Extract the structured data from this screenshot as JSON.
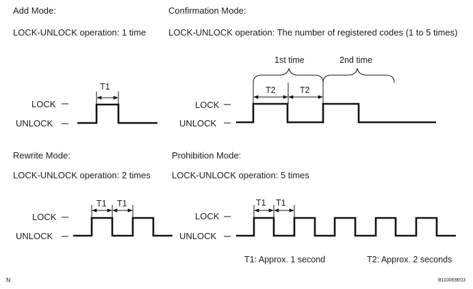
{
  "sections": {
    "add": {
      "title": "Add Mode:",
      "operation": "LOCK-UNLOCK operation: 1 time"
    },
    "confirmation": {
      "title": "Confirmation Mode:",
      "operation": "LOCK-UNLOCK operation: The number of registered codes (1 to 5 times)"
    },
    "rewrite": {
      "title": "Rewrite Mode:",
      "operation": "LOCK-UNLOCK operation: 2 times"
    },
    "prohibition": {
      "title": "Prohibition Mode:",
      "operation": "LOCK-UNLOCK operation: 5 times"
    }
  },
  "levels": {
    "lock": "LOCK",
    "unlock": "UNLOCK"
  },
  "timing": {
    "t1": "T1",
    "t2": "T2",
    "first_time": "1st time",
    "second_time": "2nd time"
  },
  "legend": {
    "t1_note": "T1: Approx. 1 second",
    "t2_note": "T2: Approx. 2 seconds"
  },
  "footer": {
    "corner_mark": "N",
    "figure_code": "B110069E03"
  }
}
